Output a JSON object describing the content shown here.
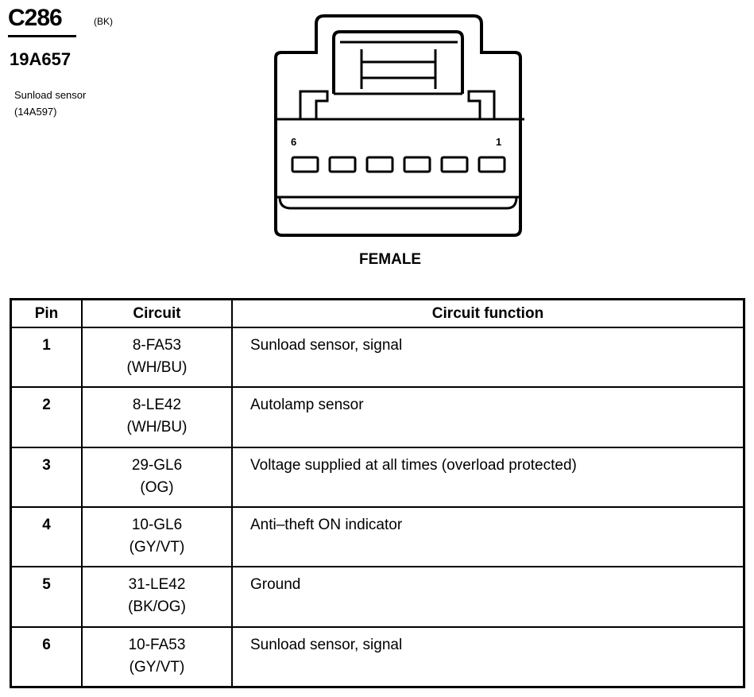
{
  "connector": {
    "id": "C286",
    "color": "(BK)",
    "part_number": "19A657",
    "description": "Sunload sensor",
    "description_part": "(14A597)",
    "view": "FEMALE",
    "pin_label_left": "6",
    "pin_label_right": "1"
  },
  "table": {
    "headers": {
      "pin": "Pin",
      "circuit": "Circuit",
      "function": "Circuit function"
    },
    "rows": [
      {
        "pin": "1",
        "circuit": "8-FA53",
        "color": "(WH/BU)",
        "function": "Sunload sensor, signal"
      },
      {
        "pin": "2",
        "circuit": "8-LE42",
        "color": "(WH/BU)",
        "function": "Autolamp sensor"
      },
      {
        "pin": "3",
        "circuit": "29-GL6",
        "color": "(OG)",
        "function": "Voltage supplied at all times (overload protected)"
      },
      {
        "pin": "4",
        "circuit": "10-GL6",
        "color": "(GY/VT)",
        "function": "Anti–theft ON indicator"
      },
      {
        "pin": "5",
        "circuit": "31-LE42",
        "color": "(BK/OG)",
        "function": "Ground"
      },
      {
        "pin": "6",
        "circuit": "10-FA53",
        "color": "(GY/VT)",
        "function": "Sunload sensor, signal"
      }
    ]
  }
}
